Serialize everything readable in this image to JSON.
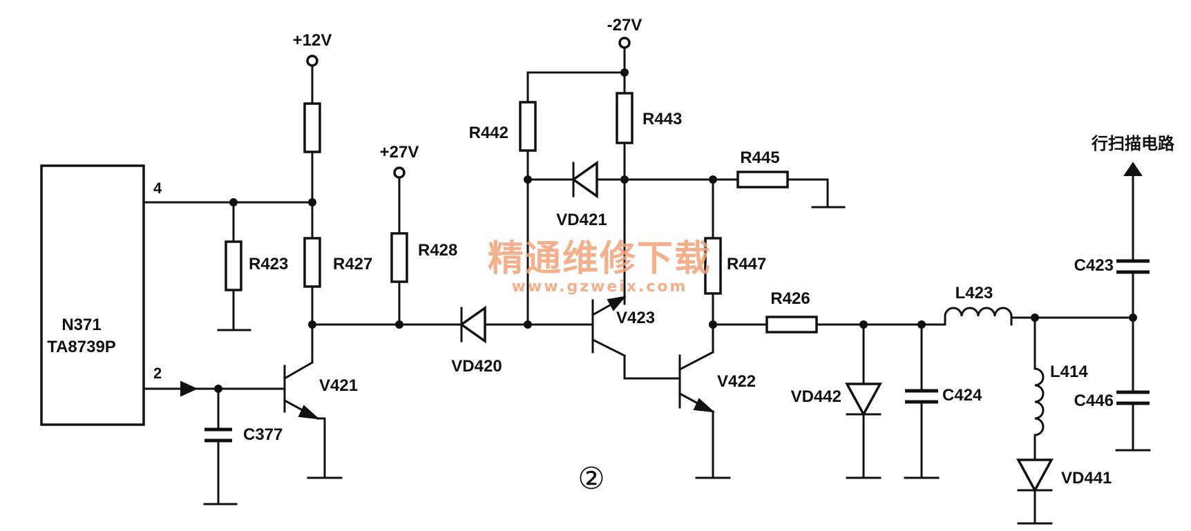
{
  "supplies": {
    "v12": "+12V",
    "v27_neg": "-27V",
    "v27_pos": "+27V"
  },
  "ic": {
    "name": "N371",
    "part": "TA8739P",
    "pin4": "4",
    "pin2": "2"
  },
  "resistors": {
    "r423": "R423",
    "r427": "R427",
    "r428": "R428",
    "r442": "R442",
    "r443": "R443",
    "r445": "R445",
    "r447": "R447",
    "r426": "R426"
  },
  "capacitors": {
    "c377": "C377",
    "c424": "C424",
    "c446": "C446",
    "c423": "C423"
  },
  "diodes": {
    "vd420": "VD420",
    "vd421": "VD421",
    "vd442": "VD442",
    "vd441": "VD441"
  },
  "transistors": {
    "v421": "V421",
    "v422": "V422",
    "v423": "V423"
  },
  "inductors": {
    "l423": "L423",
    "l414": "L414"
  },
  "output_label": "行扫描电路",
  "figure_number": "②",
  "watermark": {
    "title": "精通维修下载",
    "url": "www.gzweix.com"
  }
}
